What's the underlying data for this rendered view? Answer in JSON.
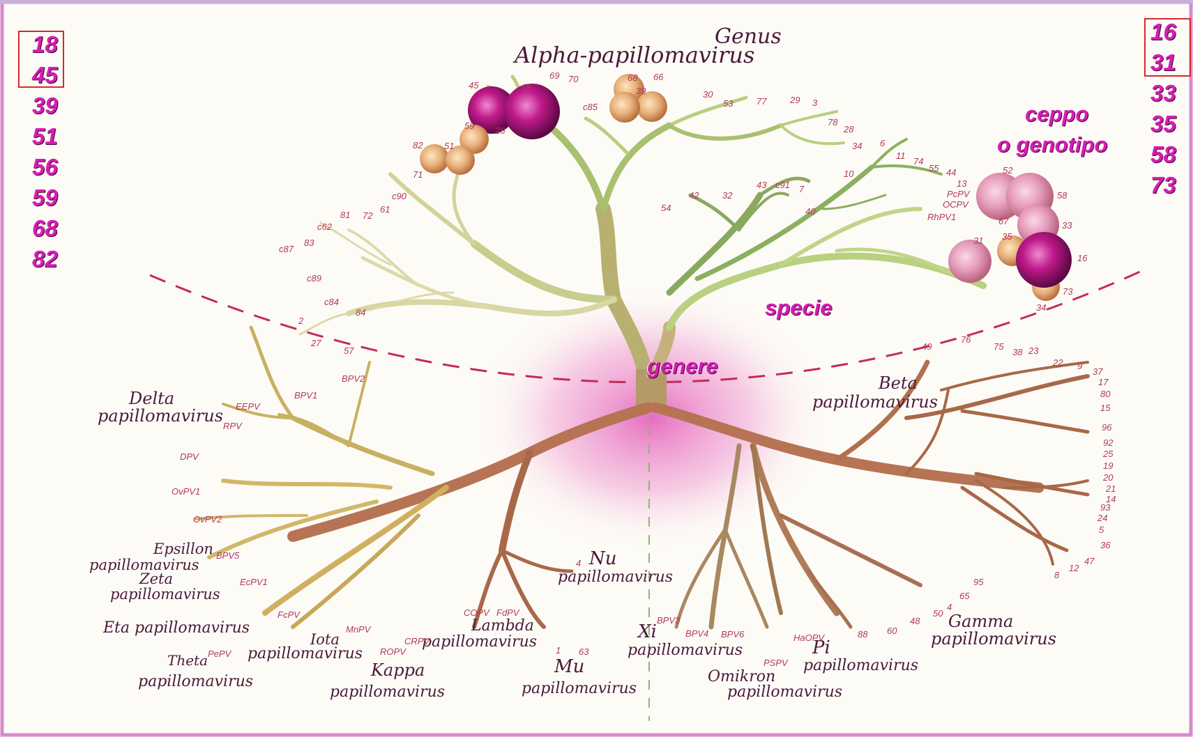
{
  "colors": {
    "accent": "#d31fb4",
    "box": "#d42a2a",
    "dash": "#c42a5a",
    "frame": "#d88ad0"
  },
  "left_types": [
    "18",
    "45",
    "39",
    "51",
    "56",
    "59",
    "68",
    "82"
  ],
  "right_types": [
    "16",
    "31",
    "33",
    "35",
    "58",
    "73"
  ],
  "labels": {
    "strain": "ceppo",
    "strain2": "o genotipo",
    "species": "specie",
    "genus": "genere"
  },
  "diagram": {
    "genus_word": "Genus",
    "alpha": "Alpha-papillomavirus",
    "beta": [
      "Beta",
      "papillomavirus"
    ],
    "gamma": [
      "Gamma",
      "papillomavirus"
    ],
    "delta": [
      "Delta",
      "papillomavirus"
    ],
    "epsilon": [
      "Epsillon",
      "papillomavirus"
    ],
    "zeta": [
      "Zeta",
      "papillomavirus"
    ],
    "eta": "Eta papillomavirus",
    "theta": [
      "Theta",
      "papillomavirus"
    ],
    "iota": [
      "Iota",
      "papillomavirus"
    ],
    "kappa": [
      "Kappa",
      "papillomavirus"
    ],
    "lambda": [
      "Lambda",
      "papillomavirus"
    ],
    "mu": [
      "Mu",
      "papillomavirus"
    ],
    "nu": [
      "Nu",
      "papillomavirus"
    ],
    "xi": [
      "Xi",
      "papillomavirus"
    ],
    "omikron": [
      "Omikron",
      "papillomavirus"
    ],
    "pi": [
      "Pi",
      "papillomavirus"
    ],
    "alpha_types": [
      "45",
      "18",
      "69",
      "70",
      "c85",
      "68",
      "39",
      "66",
      "82",
      "51",
      "59",
      "26",
      "71",
      "53",
      "30",
      "77",
      "29",
      "3",
      "78",
      "28",
      "34",
      "6",
      "11",
      "74",
      "55",
      "44",
      "13",
      "PcPV",
      "OCPV",
      "RhPV1",
      "10",
      "54",
      "42",
      "32",
      "43",
      "c91",
      "7",
      "40",
      "c90",
      "c62",
      "81",
      "72",
      "61",
      "83",
      "c87",
      "c89",
      "c84",
      "84",
      "2",
      "27",
      "57",
      "52",
      "58",
      "67",
      "35",
      "33",
      "31",
      "16",
      "73",
      "34"
    ],
    "beta_types": [
      "49",
      "76",
      "75",
      "38",
      "23",
      "22",
      "9",
      "37",
      "17",
      "80",
      "15",
      "96",
      "92",
      "25",
      "19",
      "20",
      "21",
      "14",
      "93",
      "24",
      "5",
      "36",
      "47",
      "12",
      "8"
    ],
    "gamma_types": [
      "95",
      "65",
      "4",
      "50",
      "48",
      "60",
      "88"
    ],
    "misc_types": [
      "BPV2",
      "BPV1",
      "EEPV",
      "RPV",
      "DPV",
      "OvPV1",
      "OvPV2",
      "BPV5",
      "EcPV1",
      "FcPV",
      "MnPV",
      "PePV",
      "ROPV",
      "CRPV",
      "COPV",
      "FdPV",
      "1",
      "63",
      "4",
      "BPV3",
      "BPV4",
      "BPV6",
      "HaOPV",
      "PSPV"
    ]
  }
}
